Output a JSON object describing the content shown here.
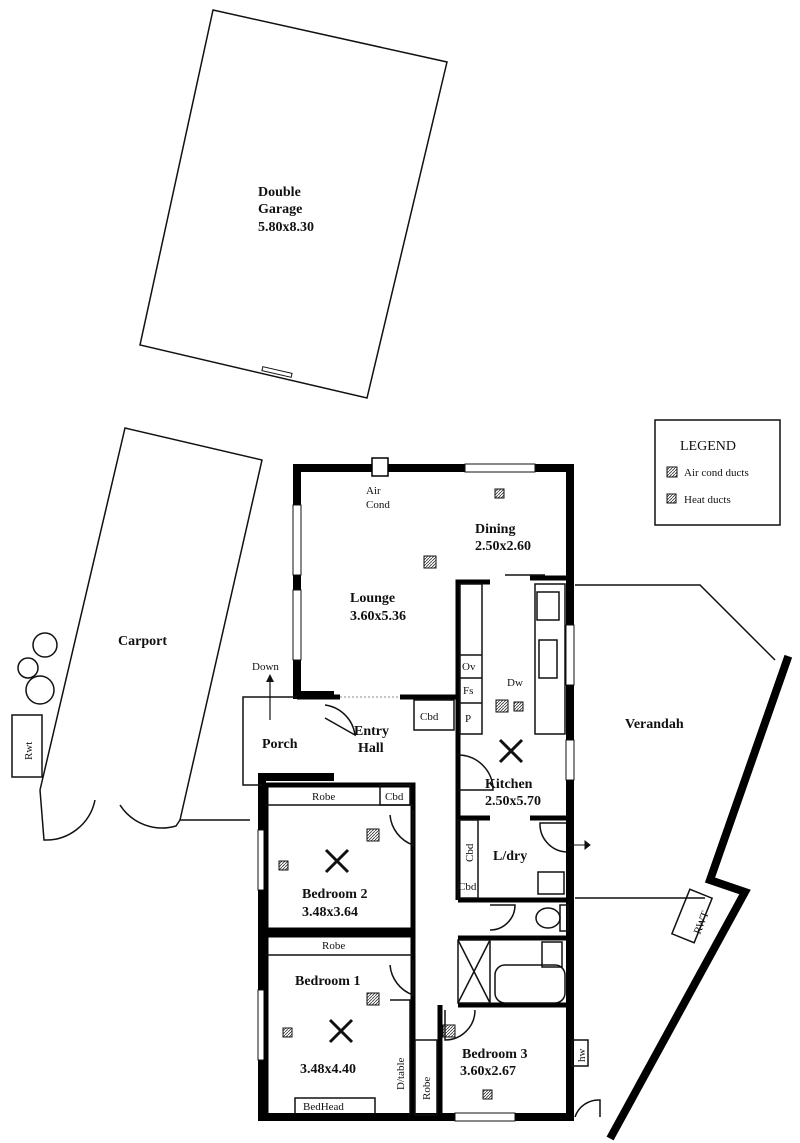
{
  "rooms": {
    "garage": {
      "name1": "Double",
      "name2": "Garage",
      "size": "5.80x8.30"
    },
    "carport": {
      "name": "Carport"
    },
    "lounge": {
      "name": "Lounge",
      "size": "3.60x5.36"
    },
    "dining": {
      "name": "Dining",
      "size": "2.50x2.60"
    },
    "kitchen": {
      "name": "Kitchen",
      "size": "2.50x5.70"
    },
    "verandah": {
      "name": "Verandah"
    },
    "porch": {
      "name": "Porch"
    },
    "entry": {
      "name1": "Entry",
      "name2": "Hall"
    },
    "laundry": {
      "name": "L/dry"
    },
    "bedroom2": {
      "name": "Bedroom 2",
      "size": "3.48x3.64"
    },
    "bedroom1": {
      "name": "Bedroom 1",
      "size": "3.48x4.40"
    },
    "bedroom3": {
      "name": "Bedroom 3",
      "size": "3.60x2.67"
    }
  },
  "fixtures": {
    "air_cond1": "Air",
    "air_cond2": "Cond",
    "down": "Down",
    "ov": "Ov",
    "fs": "Fs",
    "p": "P",
    "dw": "Dw",
    "cbd": "Cbd",
    "robe": "Robe",
    "dtable": "D/table",
    "bedhead": "BedHead",
    "rwt_left": "Rwt",
    "rwt_right": "RWT",
    "hw": "hw"
  },
  "legend": {
    "title": "LEGEND",
    "items": [
      {
        "label": "Air cond ducts",
        "icon": "air-cond-duct"
      },
      {
        "label": "Heat ducts",
        "icon": "heat-duct"
      }
    ]
  }
}
